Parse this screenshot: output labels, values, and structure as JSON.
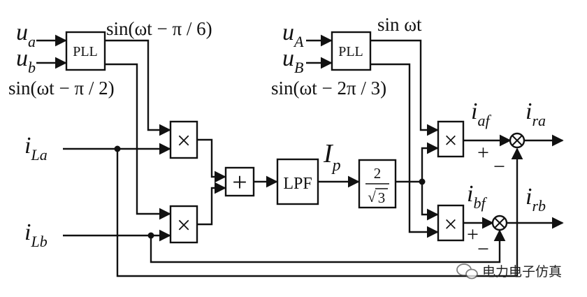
{
  "left_pll": {
    "label": "PLL",
    "in1": {
      "main": "u",
      "sub": "a"
    },
    "in2": {
      "main": "u",
      "sub": "b"
    },
    "out_top": "sin(ωt − π / 6)",
    "out_bottom": "sin(ωt − π / 2)"
  },
  "right_pll": {
    "label": "PLL",
    "in1": {
      "main": "u",
      "sub": "A"
    },
    "in2": {
      "main": "u",
      "sub": "B"
    },
    "out_top": "sin ωt",
    "out_bottom": "sin(ωt − 2π / 3)"
  },
  "inputs": {
    "iLa": {
      "main": "i",
      "sub": "La"
    },
    "iLb": {
      "main": "i",
      "sub": "Lb"
    }
  },
  "blocks": {
    "multiply": "×",
    "sum": "+",
    "lpf": "LPF",
    "gain_num": "2",
    "gain_den": "3",
    "sqrt": "√"
  },
  "signals": {
    "Ip": {
      "main": "I",
      "sub": "p"
    },
    "iaf": {
      "main": "i",
      "sub": "af"
    },
    "ibf": {
      "main": "i",
      "sub": "bf"
    },
    "ira": {
      "main": "i",
      "sub": "ra"
    },
    "irb": {
      "main": "i",
      "sub": "rb"
    }
  },
  "signs": {
    "plus": "+",
    "minus": "−"
  },
  "watermark": "电力电子仿真"
}
